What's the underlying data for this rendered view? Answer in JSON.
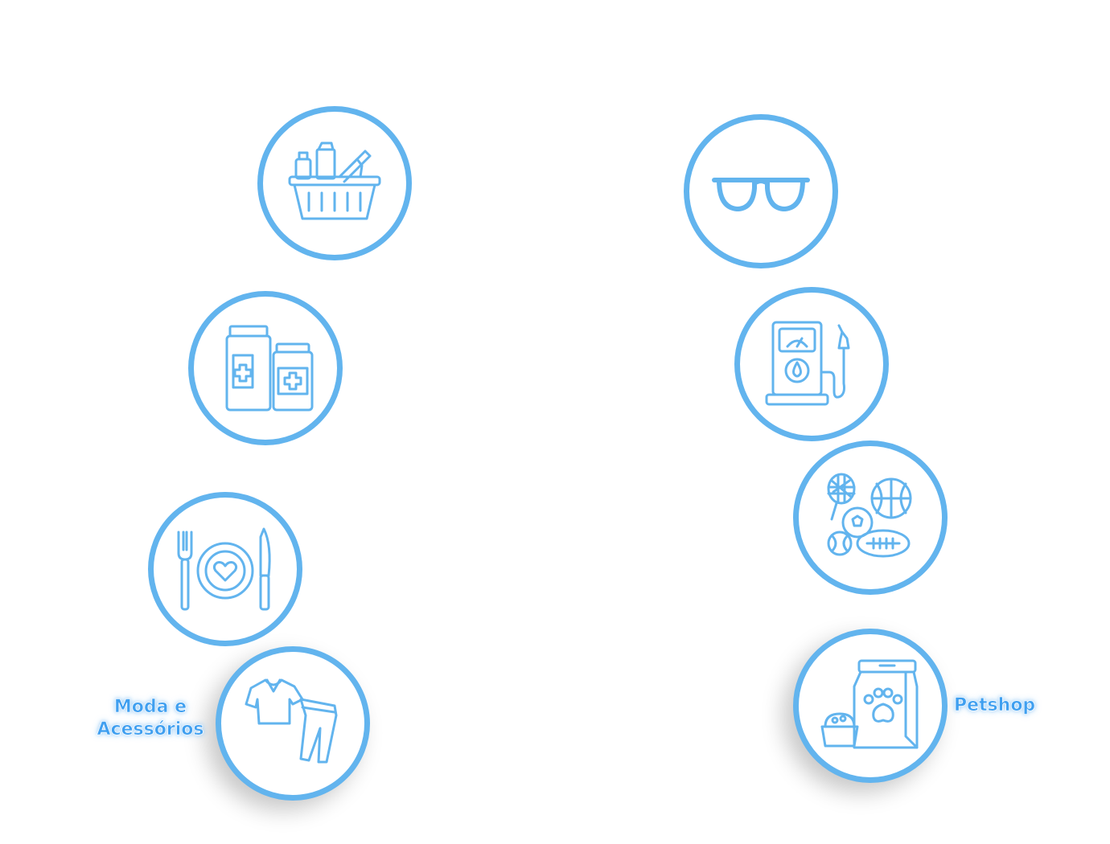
{
  "categories": {
    "supermarket": {
      "icon": "grocery-basket-icon"
    },
    "optics": {
      "icon": "eyeglasses-icon"
    },
    "pharmacy": {
      "icon": "medicine-bottles-icon"
    },
    "gas_station": {
      "icon": "fuel-pump-icon"
    },
    "restaurants": {
      "icon": "plate-cutlery-icon"
    },
    "sports": {
      "icon": "sports-balls-icon"
    },
    "fashion": {
      "icon": "clothes-icon",
      "label_line1": "Moda e",
      "label_line2": "Acessórios"
    },
    "petshop": {
      "icon": "pet-food-icon",
      "label": "Petshop"
    }
  },
  "colors": {
    "accent": "#62b4ee",
    "label_text": "#3f9ff0",
    "background": "#ffffff"
  }
}
